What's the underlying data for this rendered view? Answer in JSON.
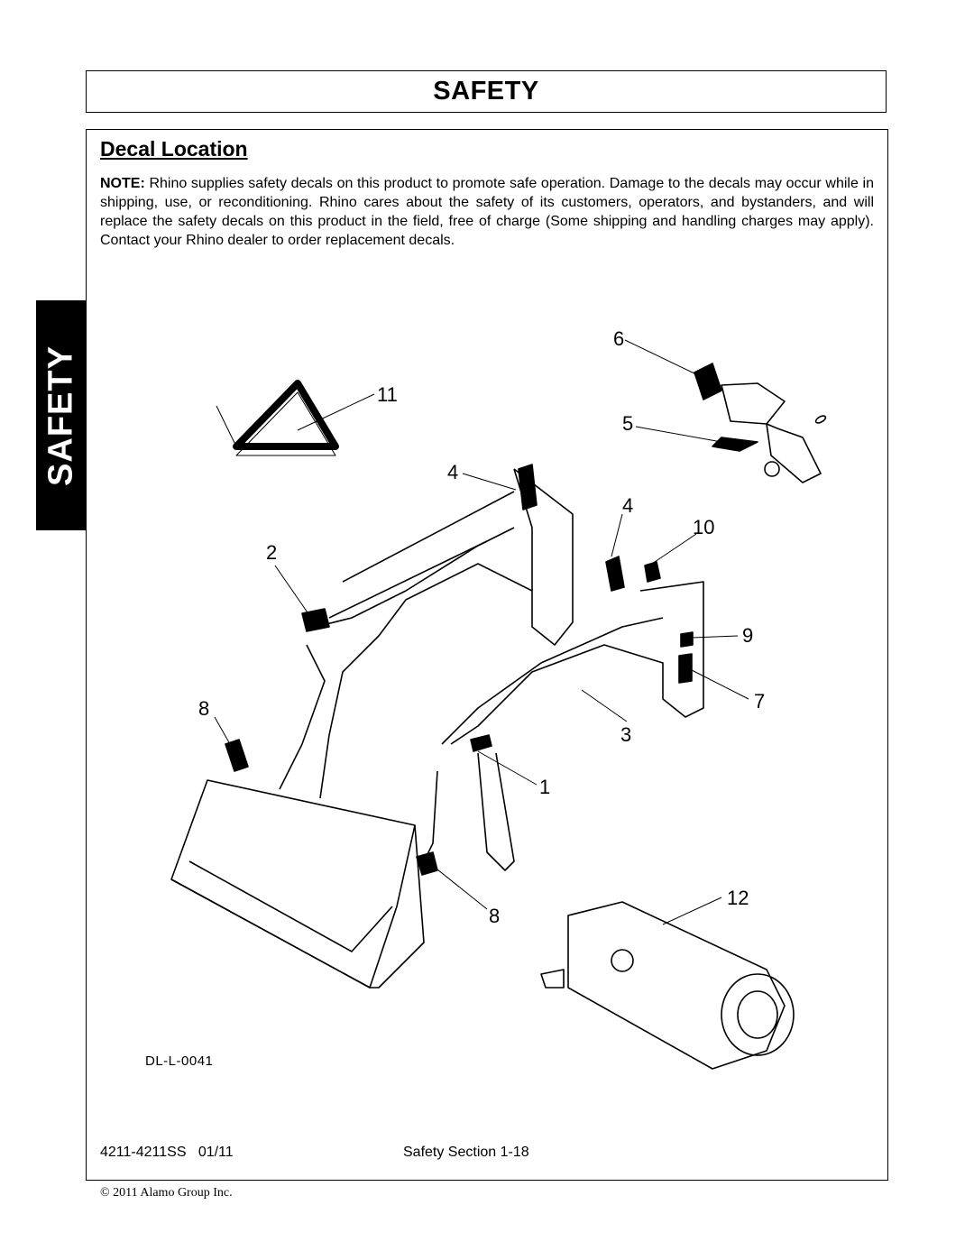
{
  "header": {
    "title": "SAFETY"
  },
  "side_tab": {
    "label": "SAFETY"
  },
  "section": {
    "title": "Decal Location"
  },
  "note": {
    "label": "NOTE:",
    "text": "Rhino supplies safety decals on this product to promote safe operation. Damage to the decals may occur while in shipping, use, or reconditioning. Rhino cares about the safety of its customers, operators, and bystanders, and will replace the safety decals on this product in the field, free of charge (Some shipping and handling charges may apply). Contact your Rhino dealer to order replacement decals."
  },
  "figure": {
    "code": "DL-L-0041",
    "callouts": {
      "c6": "6",
      "c11": "11",
      "c5": "5",
      "c4a": "4",
      "c4b": "4",
      "c10": "10",
      "c2": "2",
      "c9": "9",
      "c7": "7",
      "c8a": "8",
      "c3": "3",
      "c1": "1",
      "c12": "12",
      "c8b": "8"
    }
  },
  "footer": {
    "doc_id": "4211-4211SS   01/11",
    "page": "Safety Section 1-18"
  },
  "copyright": "© 2011 Alamo Group Inc."
}
